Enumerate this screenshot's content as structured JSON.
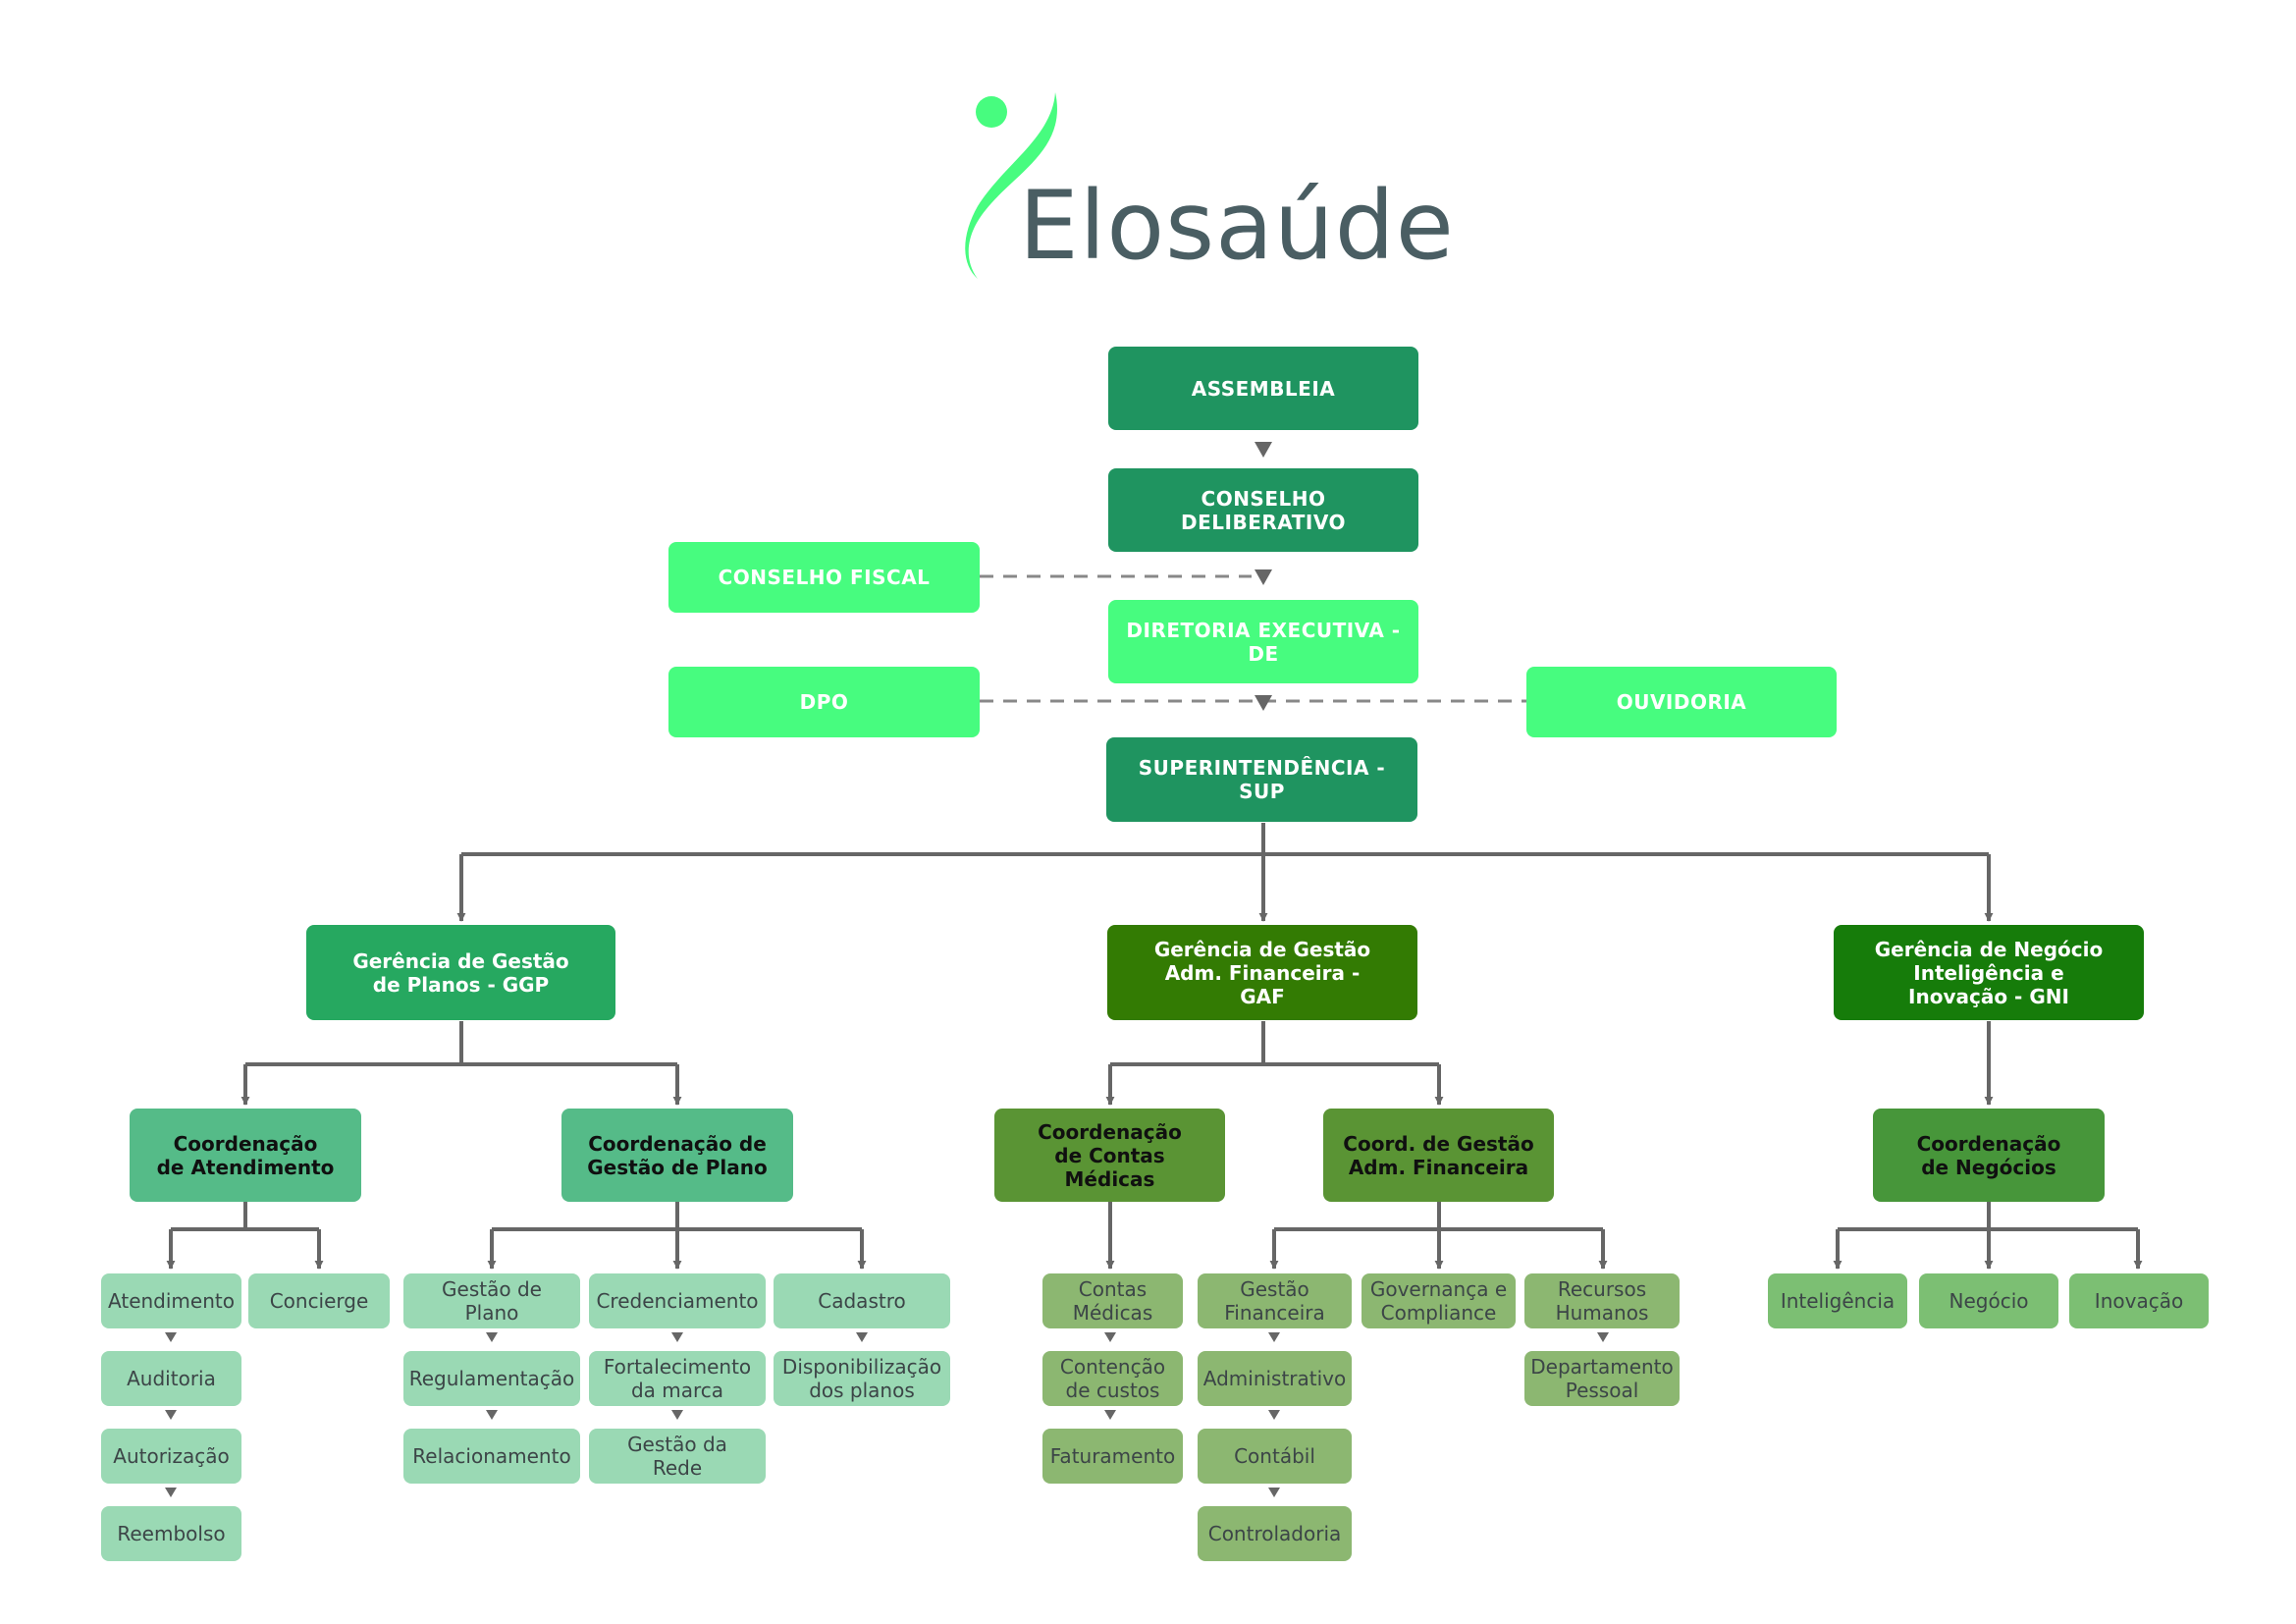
{
  "brand": {
    "name": "Elosaúde",
    "color_green": "#47fc7f",
    "color_text": "#4a5e63"
  },
  "colors": {
    "connector": "#666666",
    "dashed": "#888888"
  },
  "nodes": {
    "assembleia": "ASSEMBLEIA",
    "conselho_deliberativo": "CONSELHO DELIBERATIVO",
    "conselho_fiscal": "CONSELHO FISCAL",
    "diretoria_executiva": "DIRETORIA EXECUTIVA - DE",
    "dpo": "DPO",
    "ouvidoria": "OUVIDORIA",
    "superintendencia": "SUPERINTENDÊNCIA - SUP",
    "ggp": "Gerência de Gestão\nde Planos - GGP",
    "gaf": "Gerência de Gestão\nAdm. Financeira -\nGAF",
    "gni": "Gerência de Negócio\nInteligência e\nInovação - GNI",
    "coord_atendimento": "Coordenação\nde Atendimento",
    "coord_gestao_plano": "Coordenação de\nGestão de Plano",
    "coord_contas_medicas": "Coordenação\nde Contas\nMédicas",
    "coord_gestao_adm_fin": "Coord. de Gestão\nAdm. Financeira",
    "coord_negocios": "Coordenação\nde Negócios",
    "atendimento": "Atendimento",
    "concierge": "Concierge",
    "auditoria": "Auditoria",
    "autorizacao": "Autorização",
    "reembolso": "Reembolso",
    "gestao_de_plano": "Gestão de\nPlano",
    "credenciamento": "Credenciamento",
    "cadastro": "Cadastro",
    "regulamentacao": "Regulamentação",
    "fortalecimento_marca": "Fortalecimento\nda marca",
    "disponibilizacao_planos": "Disponibilização\ndos planos",
    "relacionamento": "Relacionamento",
    "gestao_da_rede": "Gestão da\nRede",
    "contas_medicas": "Contas\nMédicas",
    "contencao_custos": "Contenção\nde custos",
    "faturamento": "Faturamento",
    "gestao_financeira": "Gestão\nFinanceira",
    "governanca_compliance": "Governança e\nCompliance",
    "recursos_humanos": "Recursos\nHumanos",
    "administrativo": "Administrativo",
    "departamento_pessoal": "Departamento\nPessoal",
    "contabil": "Contábil",
    "controladoria": "Controladoria",
    "inteligencia": "Inteligência",
    "negocio": "Negócio",
    "inovacao": "Inovação"
  }
}
